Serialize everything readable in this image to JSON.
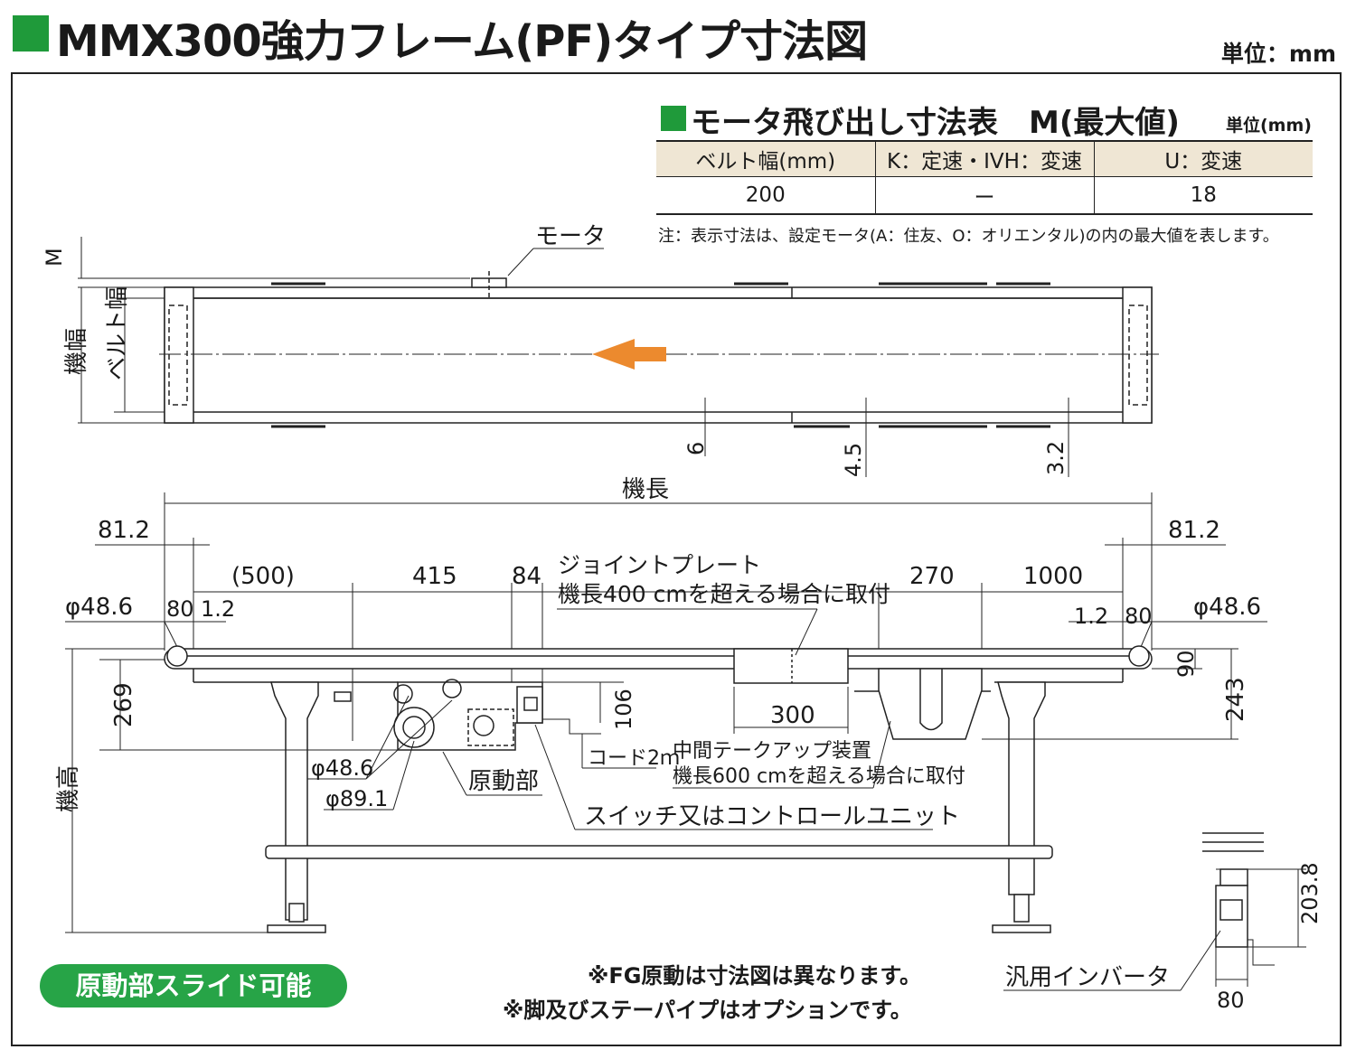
{
  "page": {
    "title": "MMX300強力フレーム(PF)タイプ寸法図",
    "unit": "単位：mm"
  },
  "motor_table": {
    "title": "モータ飛び出し寸法表　M(最大値)",
    "unit": "単位(mm)",
    "headers": [
      "ベルト幅(mm)",
      "K：定速・IVH：変速",
      "U：変速"
    ],
    "rows": [
      [
        "200",
        "ー",
        "18"
      ]
    ],
    "note": "注：表示寸法は、設定モータ(A：住友、O：オリエンタル)の内の最大値を表します。"
  },
  "top_view": {
    "m_label": "M",
    "motor_label": "モータ",
    "width_label": "機幅",
    "belt_width_label": "ベルト幅",
    "dim_6": "6",
    "dim_4_5": "4.5",
    "dim_3_2": "3.2",
    "arrow_color": "#ec8a2e"
  },
  "side_view": {
    "length_label": "機長",
    "dim_81_2_left": "81.2",
    "dim_81_2_right": "81.2",
    "dim_500": "(500)",
    "dim_415": "415",
    "dim_84": "84",
    "joint_plate_1": "ジョイントプレート",
    "joint_plate_2": "機長400 cmを超える場合に取付",
    "dim_270": "270",
    "dim_1000": "1000",
    "dia_48_6_left": "φ48.6",
    "dia_48_6_right": "φ48.6",
    "dim_80_left": "80",
    "dim_1_2_left": "1.2",
    "dim_1_2_right": "1.2",
    "dim_80_right": "80",
    "dim_269": "269",
    "dim_106": "106",
    "dim_90": "90",
    "dim_243": "243",
    "dim_300": "300",
    "height_label": "機高",
    "dia_48_6_drive": "φ48.6",
    "dia_89_1": "φ89.1",
    "drive_label": "原動部",
    "cord_label": "コード2ｍ",
    "takeup_1": "中間テークアップ装置",
    "takeup_2": "機長600 cmを超える場合に取付",
    "switch_label": "スイッチ又はコントロールユニット",
    "inverter_label": "汎用インバータ",
    "dim_203_8": "203.8",
    "dim_80_inv": "80"
  },
  "footer": {
    "badge": "原動部スライド可能",
    "badge_color": "#27a447",
    "note1": "※FG原動は寸法図は異なります。",
    "note2": "※脚及びステーパイプはオプションです。"
  }
}
